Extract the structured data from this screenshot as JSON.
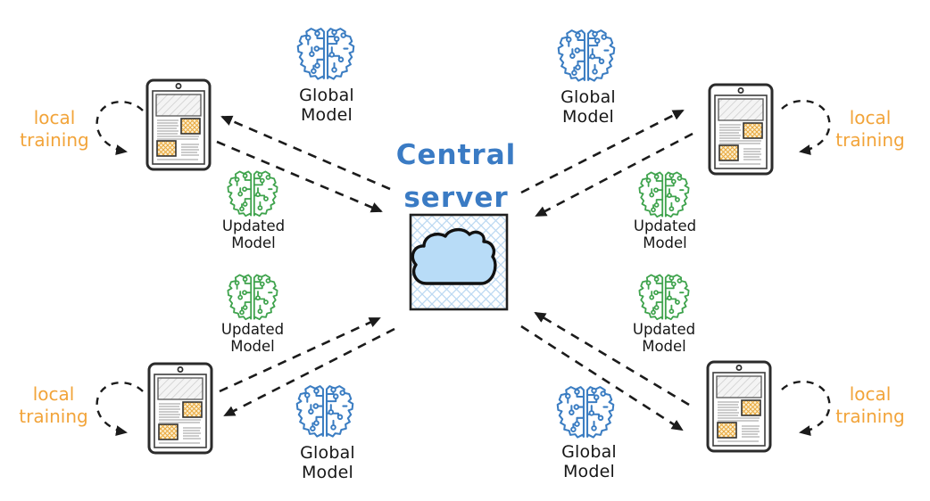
{
  "central_server": {
    "label": "Central server",
    "icon": "cloud-icon"
  },
  "model_labels": {
    "global": "Global Model",
    "updated": "Updated Model"
  },
  "local_training_label": "local training",
  "icons": {
    "global_model": "circuit-brain-icon",
    "updated_model": "circuit-brain-icon",
    "server": "cloud-icon",
    "client_device": "tablet-device-icon"
  },
  "theme": {
    "blue_text": "#3a7bc4",
    "blue_icon": "#3b7dc2",
    "green_icon": "#3fa34d",
    "orange_text": "#f2a43a",
    "arrow_color": "#1b1b1b",
    "cloud_fill": "#b8dcf7",
    "server_hatch": "#bcd9f2"
  }
}
